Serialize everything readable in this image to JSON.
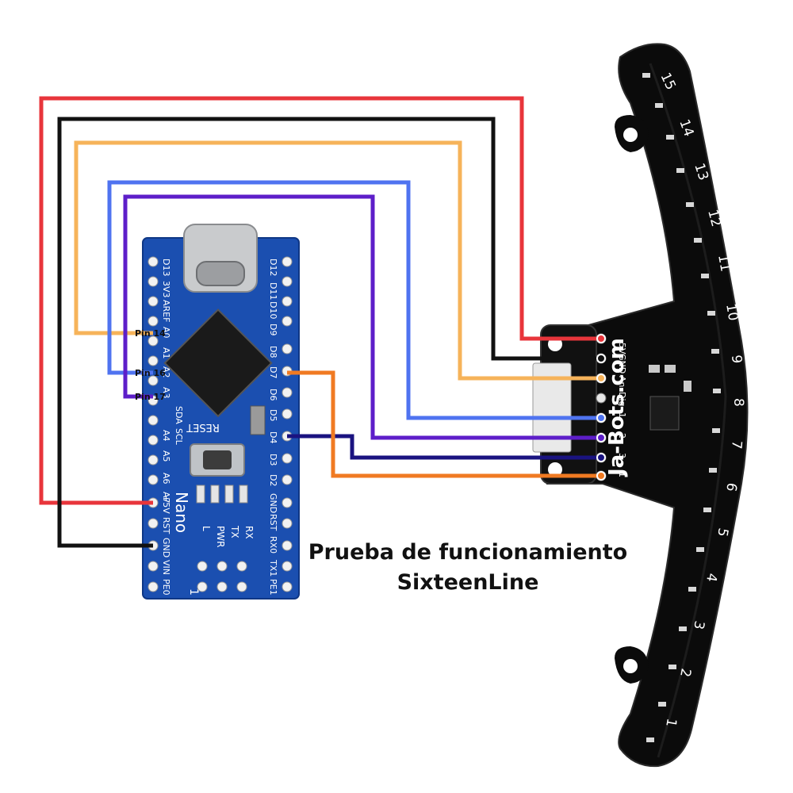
{
  "caption": {
    "line1": "Prueba de funcionamiento",
    "line2": "SixteenLine"
  },
  "wire_labels": {
    "pin14": "Pin 14",
    "pin16": "Pin 16",
    "pin17": "Pin 17"
  },
  "nano": {
    "board_name": "Nano",
    "reset_label": "RESET",
    "left_pins": [
      "D13",
      "3V3",
      "AREF",
      "A0",
      "A1",
      "A2",
      "A3",
      "SDA",
      "SCL",
      "A4",
      "A5",
      "A6",
      "A7",
      "+5V",
      "RST",
      "GND",
      "VIN",
      "PE0"
    ],
    "right_pins": [
      "D12",
      "D11",
      "D10",
      "D9",
      "D8",
      "D7",
      "D6",
      "D5",
      "D4",
      "D3",
      "D2",
      "GND",
      "RST",
      "RX0",
      "TX1",
      "PE1"
    ],
    "led_labels": [
      "L",
      "PWR",
      "TX",
      "RX"
    ],
    "corner_label": "1"
  },
  "sensor_board": {
    "brand": "Ja-Bots.com",
    "connector_labels": [
      "5V",
      "GND",
      "An",
      "Dig",
      "1",
      "2",
      "3",
      "1"
    ],
    "sensor_numbers": [
      "1",
      "2",
      "3",
      "4",
      "5",
      "6",
      "7",
      "8",
      "9",
      "10",
      "11",
      "12",
      "13",
      "14",
      "15"
    ]
  },
  "colors": {
    "wire_5v": "#e8353b",
    "wire_gnd": "#111111",
    "wire_analog": "#f6b35a",
    "wire_digital": "#4f73f0",
    "wire_s2": "#5d1ec9",
    "wire_s3": "#1a1380",
    "wire_s1": "#f07a22",
    "nano_blue": "#1b4fb0",
    "sensor_black": "#0b0b0b"
  }
}
